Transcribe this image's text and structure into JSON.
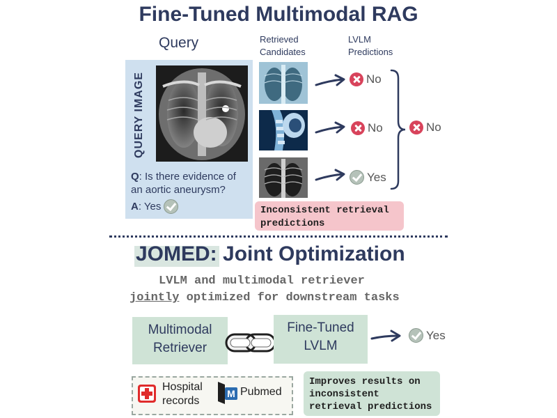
{
  "top_section": {
    "title": "Fine-Tuned Multimodal RAG",
    "query_label": "Query",
    "query_image_label": "QUERY IMAGE",
    "question_prefix": "Q",
    "question_text": ": Is there evidence of",
    "question_text_2": "an aortic aneurysm?",
    "answer_prefix": "A",
    "answer_text": ": Yes",
    "retrieved_header_1": "Retrieved",
    "retrieved_header_2": "Candidates",
    "predictions_header_1": "LVLM",
    "predictions_header_2": "Predictions",
    "predictions": [
      {
        "label": "No",
        "status": "wrong"
      },
      {
        "label": "No",
        "status": "wrong"
      },
      {
        "label": "Yes",
        "status": "correct"
      }
    ],
    "aggregate_prediction": "No",
    "inconsistent_note_1": "Inconsistent retrieval",
    "inconsistent_note_2": "predictions"
  },
  "bottom_section": {
    "title": "JOMED: Joint Optimization",
    "subtitle_1": "LVLM and multimodal retriever",
    "subtitle_2_underlined": "jointly",
    "subtitle_2_rest": " optimized for downstream tasks",
    "retriever_label_1": "Multimodal",
    "retriever_label_2": "Retriever",
    "lvlm_label_1": "Fine-Tuned",
    "lvlm_label_2": "LVLM",
    "final_prediction": "Yes",
    "source_1_label_1": "Hospital",
    "source_1_label_2": "records",
    "source_2_label": "Pubmed",
    "source_2_logo_letter": "M",
    "improves_note_1": "Improves results on",
    "improves_note_2": "inconsistent",
    "improves_note_3": "retrieval predictions"
  },
  "colors": {
    "title_navy": "#2e3a5e",
    "query_box": "#cfe0ef",
    "wrong_badge": "#d8435b",
    "inconsistent_box": "#f5c5cb",
    "green_box": "#cfe3d6",
    "hospital_red": "#e02b2b",
    "pubmed_blue": "#2b6cb0"
  },
  "icons": [
    "cross-badge-icon",
    "check-badge-icon",
    "arrow-icon",
    "curly-brace-icon",
    "chain-link-icon",
    "hospital-cross-icon",
    "pubmed-logo-icon"
  ]
}
